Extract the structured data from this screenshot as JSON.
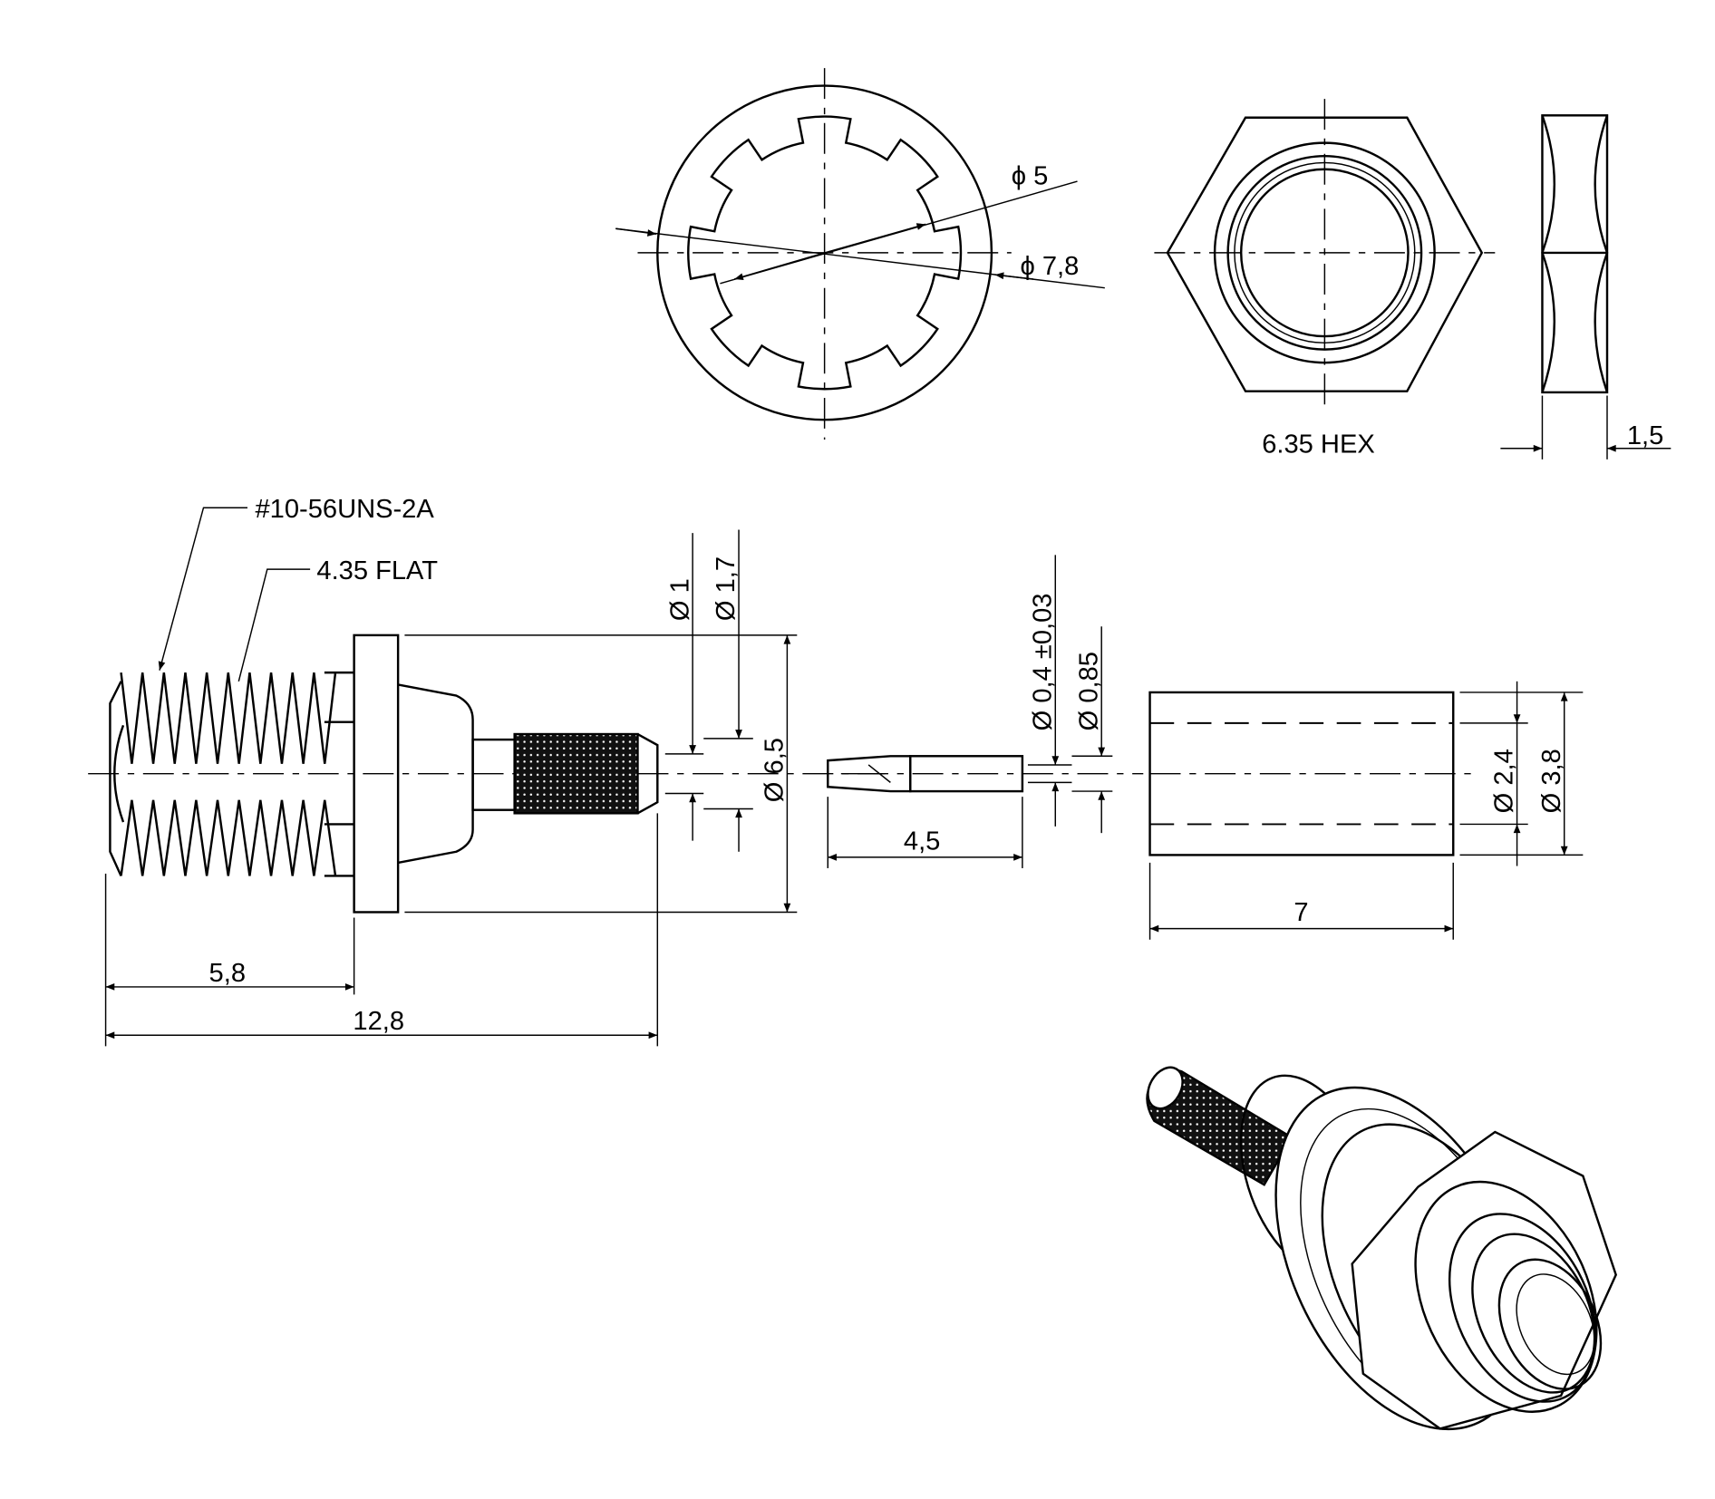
{
  "washer": {
    "dim_inner": "ϕ 5",
    "dim_outer": "ϕ 7,8"
  },
  "hex_nut": {
    "label": "6.35 HEX",
    "thickness": "1,5"
  },
  "connector": {
    "thread_label": "#10-56UNS-2A",
    "flat_label": "4.35 FLAT",
    "dia_1": "Ø 1",
    "dia_1_7": "Ø 1,7",
    "dia_6_5": "Ø 6,5",
    "len_5_8": "5,8",
    "len_12_8": "12,8"
  },
  "pin": {
    "dia_0_4": "Ø 0,4 ±0,03",
    "dia_0_85": "Ø 0,85",
    "len_4_5": "4,5"
  },
  "sleeve": {
    "dia_2_4": "Ø 2,4",
    "dia_3_8": "Ø 3,8",
    "len_7": "7"
  }
}
